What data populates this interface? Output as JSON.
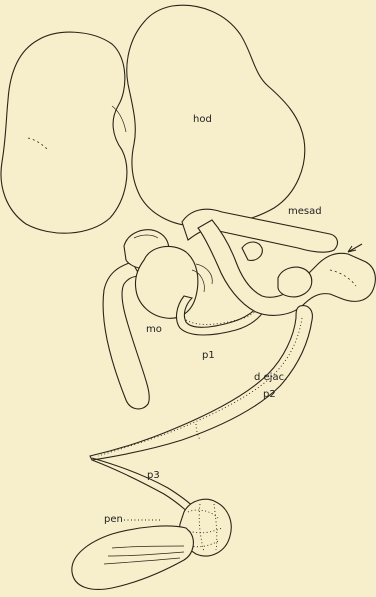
{
  "labels": {
    "hod": "hod",
    "mesad": "mesad",
    "mo": "mo",
    "p1": "p1",
    "d_ejac": "d ejac.",
    "p2": "p2",
    "p3": "p3",
    "pen": "pen"
  }
}
